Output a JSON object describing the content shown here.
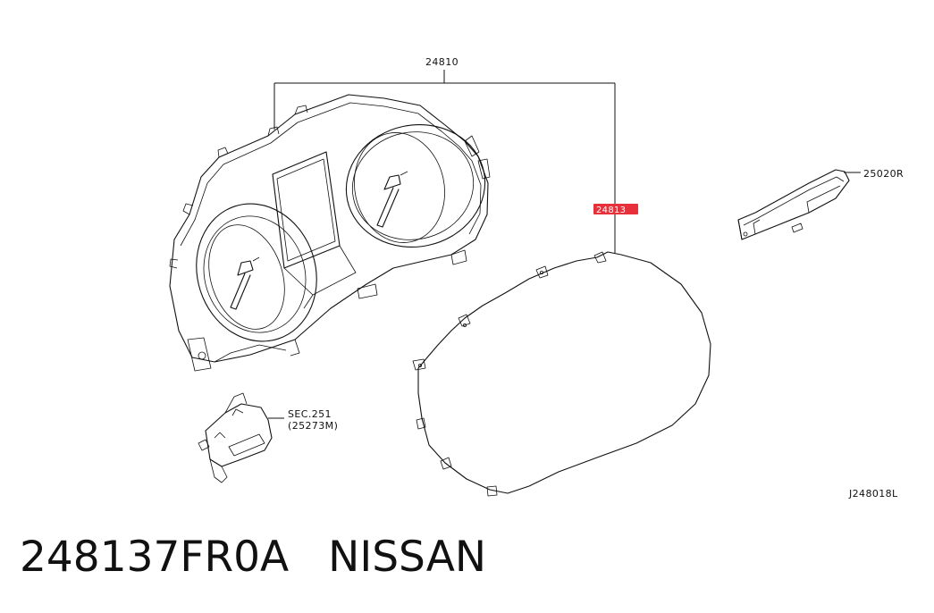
{
  "labels": {
    "cluster_part": "24810",
    "lens_part": "24813",
    "switch_part": "25020R",
    "sec_ref": "SEC.251",
    "sec_part": "(25273M)",
    "drawing_id": "J248018L"
  },
  "footer": {
    "part_number": "248137FR0A",
    "brand": "NISSAN"
  },
  "colors": {
    "highlight": "#e8303a",
    "line": "#111111",
    "background": "#ffffff"
  }
}
